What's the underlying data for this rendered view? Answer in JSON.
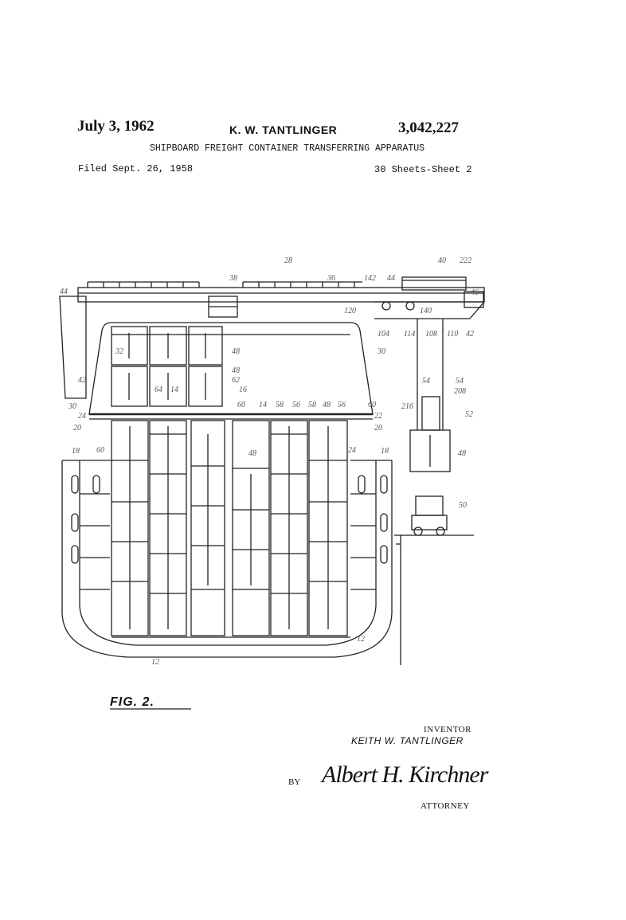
{
  "header": {
    "date": "July 3, 1962",
    "inventor": "K. W. TANTLINGER",
    "patent_number": "3,042,227",
    "title": "SHIPBOARD FREIGHT CONTAINER TRANSFERRING APPARATUS",
    "filed": "Filed Sept. 26, 1958",
    "sheets": "30 Sheets-Sheet 2"
  },
  "figure": {
    "label": "FIG. 2.",
    "reference_numerals": [
      "28",
      "40",
      "222",
      "38",
      "36",
      "142",
      "44",
      "46",
      "44",
      "120",
      "140",
      "104",
      "114",
      "108",
      "110",
      "42",
      "32",
      "48",
      "30",
      "42",
      "48",
      "62",
      "64",
      "14",
      "16",
      "30",
      "60",
      "14",
      "58",
      "56",
      "58",
      "48",
      "56",
      "60",
      "22",
      "20",
      "24",
      "216",
      "208",
      "54",
      "54",
      "52",
      "20",
      "60",
      "24",
      "18",
      "48",
      "48",
      "18",
      "50",
      "12",
      "12"
    ]
  },
  "signature_block": {
    "inventor_label": "INVENTOR",
    "inventor_name": "KEITH W. TANTLINGER",
    "by_label": "BY",
    "attorney_signature": "Albert H. Kirchner",
    "attorney_label": "ATTORNEY"
  }
}
